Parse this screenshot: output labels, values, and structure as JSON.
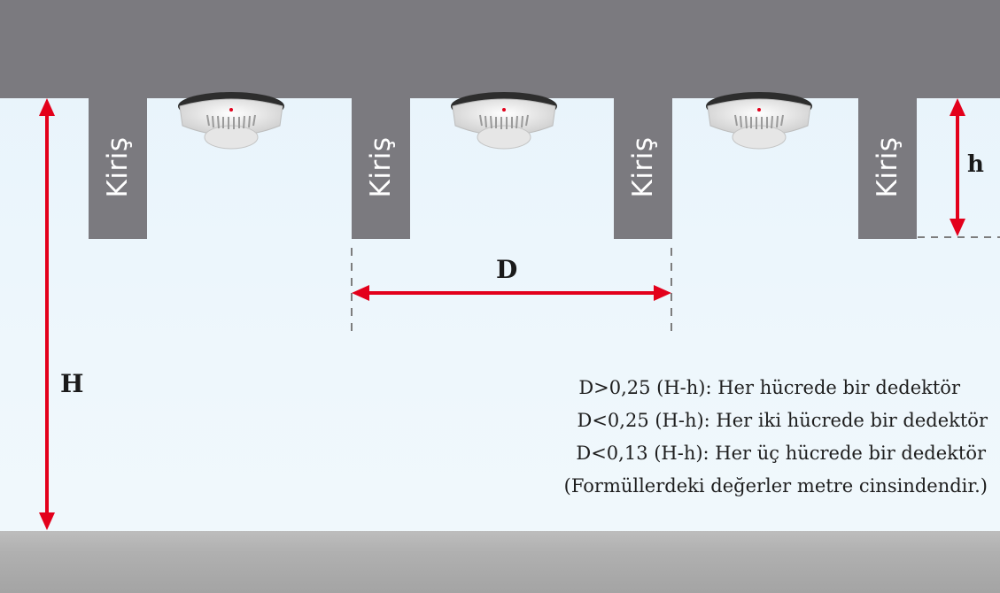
{
  "beam_label": "Kiriş",
  "labels": {
    "total_height": "H",
    "beam_depth": "h",
    "beam_spacing": "D"
  },
  "rules": [
    "D>0,25 (H-h): Her hücrede bir dedektör",
    "D<0,25 (H-h): Her iki hücrede bir dedektör",
    "D<0,13 (H-h): Her üç hücrede bir dedektör",
    "(Formüllerdeki değerler metre cinsindendir.)"
  ],
  "icons": {
    "detector": "smoke-detector-icon"
  },
  "colors": {
    "ceiling": "#7b7a7f",
    "beam": "#7b7a7f",
    "floor": "#b0b0b0",
    "arrow": "#e3001b",
    "room": "#e7f3fb"
  }
}
